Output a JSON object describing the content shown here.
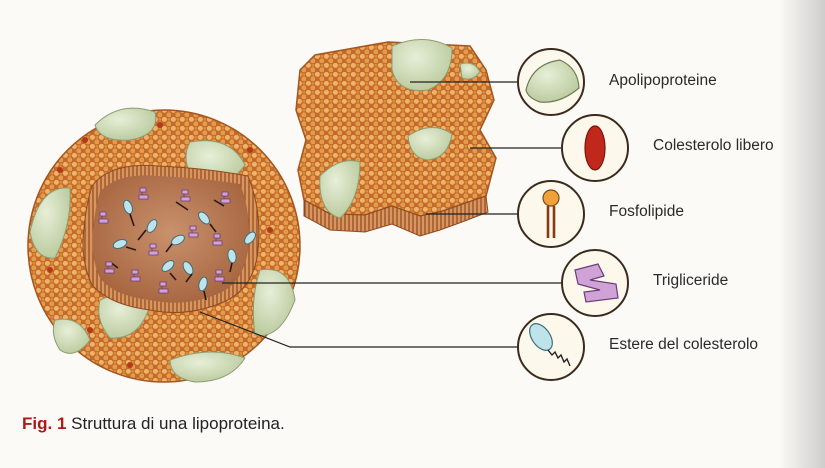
{
  "labels": {
    "apolipoproteine": "Apolipoproteine",
    "colesterolo_libero": "Colesterolo libero",
    "fosfolipide": "Fosfolipide",
    "trigliceride": "Trigliceride",
    "estere_colesterolo": "Estere del colesterolo"
  },
  "caption": {
    "prefix": "Fig. 1",
    "text": "Struttura di una lipoproteina."
  },
  "colors": {
    "shell": "#d98a3c",
    "bead": "#e4a456",
    "core": "#b7754e",
    "apolipoprotein": "#cfdcb8",
    "triglyceride": "#cfa3d6",
    "ester": "#bfe3ea",
    "caption_accent": "#b01818"
  }
}
